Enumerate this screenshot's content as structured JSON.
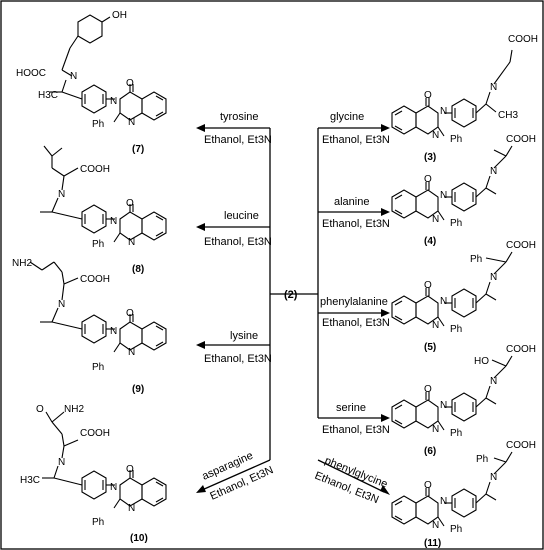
{
  "center": {
    "label": "(2)"
  },
  "conditions": "Ethanol, Et3N",
  "reagents": {
    "tyrosine": "tyrosine",
    "leucine": "leucine",
    "lysine": "lysine",
    "asparagine": "asparagine",
    "glycine": "glycine",
    "alanine": "alanine",
    "phenylalanine": "phenylalanine",
    "serine": "serine",
    "phenylglycine": "phenylglycine"
  },
  "compounds": {
    "c3": "(3)",
    "c4": "(4)",
    "c5": "(5)",
    "c6": "(6)",
    "c7": "(7)",
    "c8": "(8)",
    "c9": "(9)",
    "c10": "(10)",
    "c11": "(11)"
  },
  "atoms": {
    "oh": "OH",
    "hooc": "HOOC",
    "cooh": "COOH",
    "n": "N",
    "o": "O",
    "ph": "Ph",
    "h3c": "H3C",
    "ch3": "CH3",
    "ho": "HO",
    "nh2": "NH2",
    "o_nh2": "O"
  }
}
